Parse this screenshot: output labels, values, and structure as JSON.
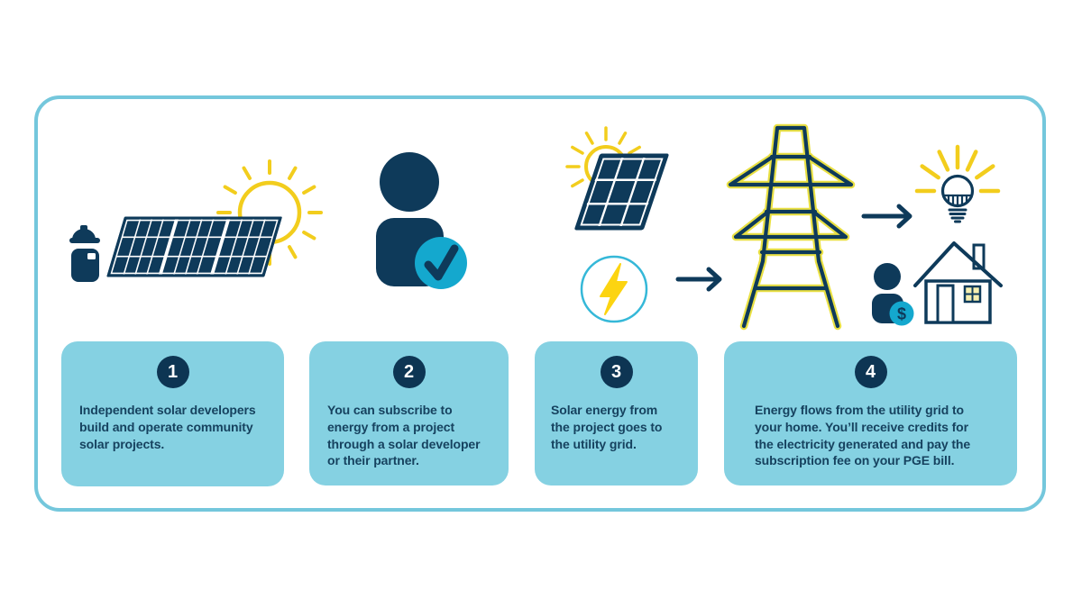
{
  "steps": [
    {
      "number": "1",
      "text": "Independent solar developers\nbuild and operate community\nsolar projects."
    },
    {
      "number": "2",
      "text": "You can subscribe to\nenergy from a project\nthrough a solar developer\nor their partner."
    },
    {
      "number": "3",
      "text": "Solar energy from\nthe project goes to\nthe utility grid."
    },
    {
      "number": "4",
      "text": "Energy flows from the utility grid to\nyour home. You’ll receive credits for\nthe electricity generated and pay the\nsubscription fee on your PGE bill."
    }
  ],
  "symbols": {
    "dollar": "$"
  },
  "icons": {
    "step1": [
      "construction-worker-icon",
      "solar-array-icon",
      "sun-icon"
    ],
    "step2": [
      "subscriber-person-icon",
      "checkmark-badge-icon"
    ],
    "step3": [
      "sun-icon",
      "solar-panel-icon",
      "lightning-bolt-badge-icon",
      "arrow-right-icon"
    ],
    "step4": [
      "transmission-tower-icon",
      "arrow-right-icon",
      "lightbulb-icon",
      "homeowner-person-icon",
      "dollar-badge-icon",
      "house-icon"
    ]
  },
  "colors": {
    "navy": "#0e3a5a",
    "badge_navy": "#0d3553",
    "cyan": "#14a8ce",
    "circle_cyan": "#35b8d8",
    "yellow": "#f2cd1d",
    "tower_yellow": "#e9e043",
    "card_bg": "#85d1e2",
    "frame_border": "#74c7dc",
    "text_navy": "#16425f",
    "window_yellow": "#f6f0b0"
  }
}
